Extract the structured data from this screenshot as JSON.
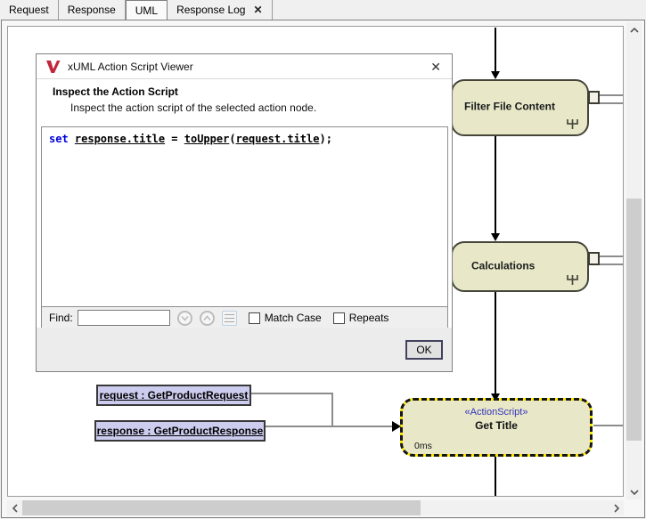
{
  "tabs": {
    "items": [
      {
        "label": "Request"
      },
      {
        "label": "Response"
      },
      {
        "label": "UML",
        "active": true
      },
      {
        "label": "Response Log",
        "closable": true
      }
    ],
    "close_icon": "✕"
  },
  "dialog": {
    "title": "xUML Action Script Viewer",
    "close_icon": "✕",
    "heading": "Inspect the Action Script",
    "subheading": "Inspect the action script of the selected action node.",
    "code": {
      "tokens": [
        {
          "text": "set ",
          "type": "keyword"
        },
        {
          "text": "response.title",
          "type": "link"
        },
        {
          "text": " = ",
          "type": "plain"
        },
        {
          "text": "toUpper",
          "type": "link"
        },
        {
          "text": "(",
          "type": "plain"
        },
        {
          "text": "request.title",
          "type": "link"
        },
        {
          "text": ");",
          "type": "plain"
        }
      ]
    },
    "find": {
      "label": "Find:",
      "value": "",
      "placeholder": "",
      "match_case_label": "Match Case",
      "match_case_checked": false,
      "repeats_label": "Repeats",
      "repeats_checked": false,
      "icons": {
        "next": "chevron-down-circle",
        "previous": "chevron-up-circle",
        "highlight_all": "list-lines"
      }
    },
    "ok_label": "OK",
    "logo_icon": "red-v-logo"
  },
  "diagram": {
    "nodes": [
      {
        "label": "Filter File Content",
        "icon": "rake-icon"
      },
      {
        "label": "Calculations",
        "icon": "rake-icon"
      },
      {
        "stereotype": "«ActionScript»",
        "label": "Get Title",
        "duration": "0ms",
        "selected": true
      }
    ],
    "objects": [
      {
        "label": "request : GetProductRequest"
      },
      {
        "label": "response : GetProductResponse"
      }
    ],
    "colors": {
      "node_fill": "#e8e8c9",
      "node_border": "#45453a",
      "object_fill": "#ccccee",
      "selection_highlight": "#ffe900",
      "stereotype_text": "#3333bb",
      "keyword_text": "#0000dd"
    }
  }
}
